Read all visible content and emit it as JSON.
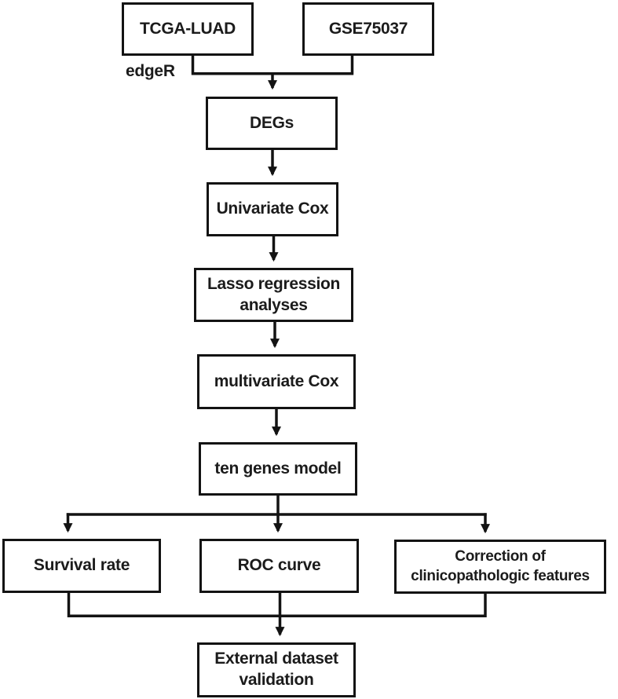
{
  "diagram": {
    "title_semantic": "Gene signature construction workflow flowchart",
    "colors": {
      "line": "#131313",
      "text": "#1b1b1b",
      "background": "#ffffff",
      "box_fill": "#ffffff"
    },
    "annotations": {
      "edger": "edgeR"
    },
    "nodes": {
      "tcga": {
        "label": "TCGA-LUAD"
      },
      "gse": {
        "label": "GSE75037"
      },
      "degs": {
        "label": "DEGs"
      },
      "unicox": {
        "label": "Univariate Cox"
      },
      "lasso": {
        "label": "Lasso regression\nanalyses"
      },
      "multicox": {
        "label": "multivariate Cox"
      },
      "tengenes": {
        "label": "ten genes model"
      },
      "survival": {
        "label": "Survival rate"
      },
      "roc": {
        "label": "ROC curve"
      },
      "correction": {
        "label": "Correction of\nclinicopathologic features"
      },
      "external": {
        "label": "External dataset\nvalidation"
      }
    },
    "edges": [
      {
        "from": "tcga",
        "to": "degs",
        "via": "edgeR merge junction"
      },
      {
        "from": "gse",
        "to": "degs",
        "via": "edgeR merge junction"
      },
      {
        "from": "degs",
        "to": "unicox"
      },
      {
        "from": "unicox",
        "to": "lasso"
      },
      {
        "from": "lasso",
        "to": "multicox"
      },
      {
        "from": "multicox",
        "to": "tengenes"
      },
      {
        "from": "tengenes",
        "to": "survival"
      },
      {
        "from": "tengenes",
        "to": "roc"
      },
      {
        "from": "tengenes",
        "to": "correction"
      },
      {
        "from": "survival",
        "to": "external"
      },
      {
        "from": "roc",
        "to": "external"
      },
      {
        "from": "correction",
        "to": "external"
      }
    ]
  }
}
